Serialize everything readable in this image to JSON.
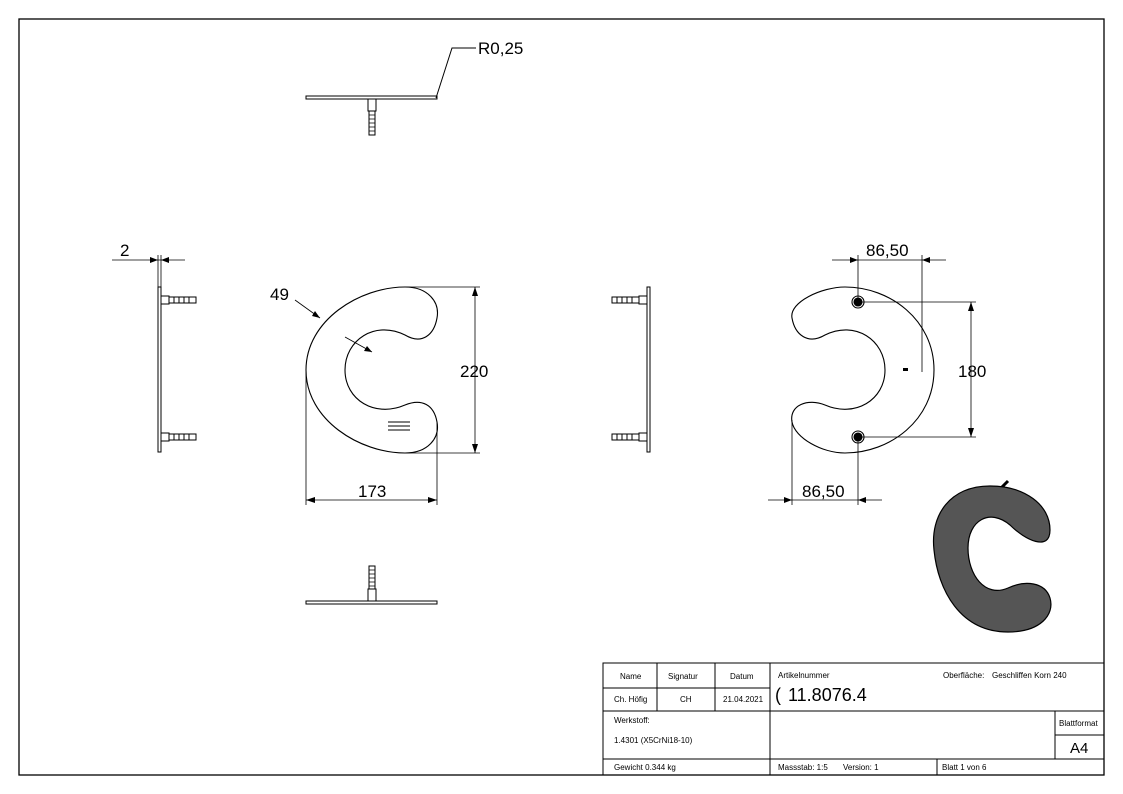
{
  "drawing": {
    "dimensions": {
      "radius_note": "R0,25",
      "thickness": "2",
      "outer_radius": "49",
      "height": "220",
      "width": "173",
      "hole_offset_top": "86,50",
      "hole_offset_bottom": "86,50",
      "hole_spacing": "180"
    }
  },
  "title_block": {
    "name_header": "Name",
    "signature_header": "Signatur",
    "date_header": "Datum",
    "name_value": "Ch. Höfig",
    "signature_value": "CH",
    "date_value": "21.04.2021",
    "article_label": "Artikelnummer",
    "article_prefix": "(",
    "article_number": "11.8076.4",
    "surface_label": "Oberfläche:",
    "surface_value": "Geschliffen Korn 240",
    "material_label": "Werkstoff:",
    "material_value": "1.4301 (X5CrNi18-10)",
    "sheet_format_label": "Blattformat",
    "sheet_format_value": "A4",
    "weight": "Gewicht 0.344 kg",
    "scale": "Massstab: 1:5",
    "version": "Version: 1",
    "sheet": "Blatt 1 von 6"
  }
}
